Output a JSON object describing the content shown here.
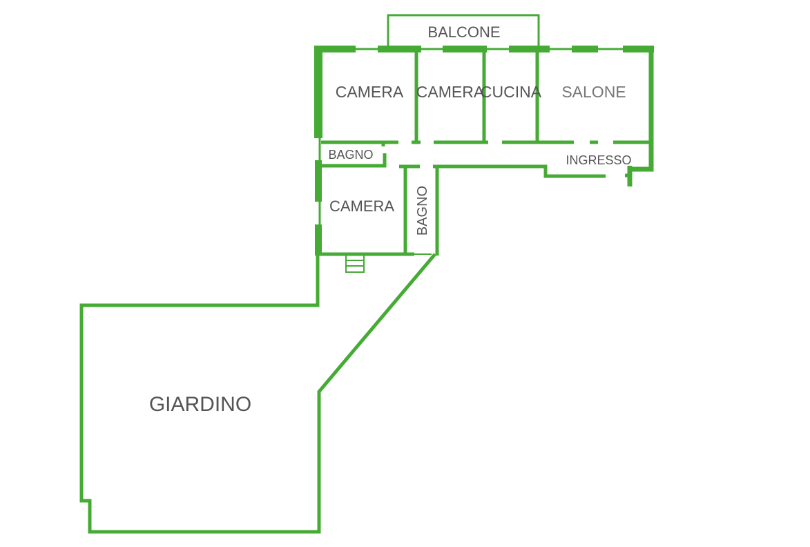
{
  "title": "Floor plan",
  "colors": {
    "wall": "#45ab35",
    "label": "#555555"
  },
  "rooms": {
    "balcone": "BALCONE",
    "camera1": "CAMERA",
    "camera2": "CAMERA",
    "cucina": "CUCINA",
    "salone": "SALONE",
    "bagno1": "BAGNO",
    "ingresso": "INGRESSO",
    "camera3": "CAMERA",
    "bagno2": "BAGNO",
    "giardino": "GIARDINO"
  }
}
